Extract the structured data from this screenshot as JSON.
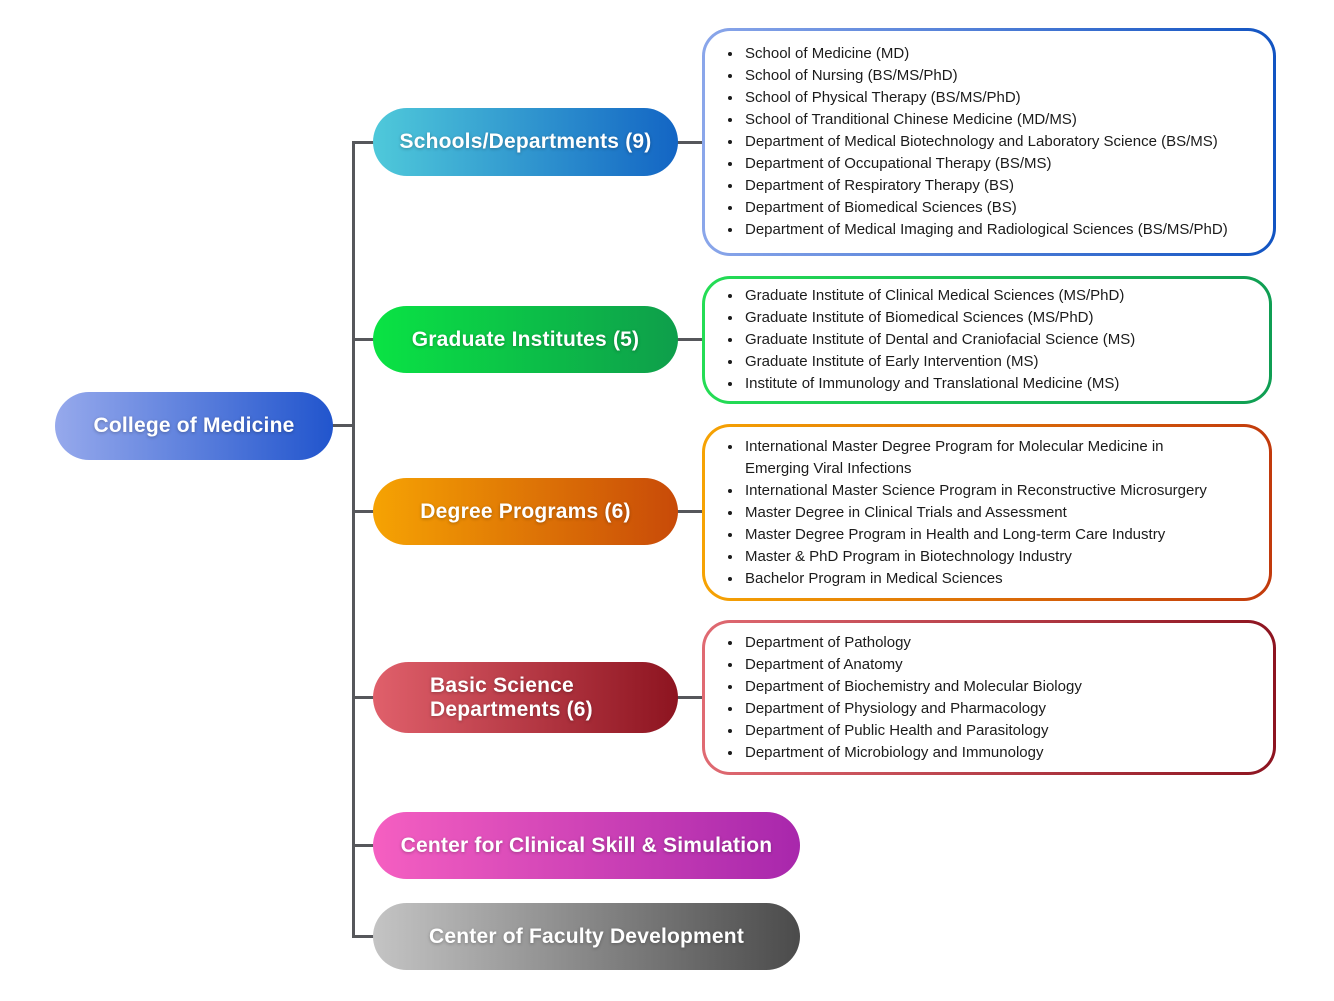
{
  "root": {
    "label": "College of Medicine"
  },
  "branches": [
    {
      "label": "Schools/Departments (9)",
      "items": [
        "School of Medicine (MD)",
        "School of Nursing (BS/MS/PhD)",
        "School of Physical Therapy (BS/MS/PhD)",
        "School of Tranditional Chinese Medicine (MD/MS)",
        "Department of Medical Biotechnology and Laboratory Science (BS/MS)",
        "Department of Occupational Therapy (BS/MS)",
        "Department of Respiratory Therapy (BS)",
        "Department of Biomedical Sciences (BS)",
        "Department of Medical Imaging and Radiological Sciences (BS/MS/PhD)"
      ]
    },
    {
      "label": "Graduate Institutes (5)",
      "items": [
        "Graduate Institute of Clinical Medical Sciences (MS/PhD)",
        "Graduate Institute of Biomedical Sciences (MS/PhD)",
        "Graduate Institute of Dental and Craniofacial Science (MS)",
        "Graduate Institute of Early Intervention (MS)",
        "Institute of Immunology and Translational Medicine (MS)"
      ]
    },
    {
      "label": "Degree Programs (6)",
      "items": [
        "International Master Degree Program for Molecular Medicine in Emerging Viral Infections",
        "International Master Science Program in Reconstructive Microsurgery",
        "Master Degree in Clinical Trials and Assessment",
        "Master Degree Program in Health and Long-term Care Industry",
        "Master & PhD Program in Biotechnology Industry",
        "Bachelor Program in Medical Sciences"
      ]
    },
    {
      "label": "Basic Science\nDepartments (6)",
      "items": [
        "Department of Pathology",
        "Department of Anatomy",
        "Department of Biochemistry and Molecular Biology",
        "Department of Physiology and Pharmacology",
        "Department of Public Health and Parasitology",
        "Department of Microbiology and Immunology"
      ]
    },
    {
      "label": "Center for Clinical Skill & Simulation",
      "items": []
    },
    {
      "label": "Center of Faculty Development",
      "items": []
    }
  ],
  "colors": {
    "connector": "#56575b",
    "list_text": "#1b1b1b",
    "root": [
      "#96a9ec",
      "#2155cd"
    ],
    "schools": [
      "#4fc9da",
      "#1365c4"
    ],
    "graduate": [
      "#0ae344",
      "#0e9e4b"
    ],
    "degree": [
      "#f6a303",
      "#c84a08"
    ],
    "basic": [
      "#e0606b",
      "#8d1420"
    ],
    "clinical_skill": [
      "#f55fc1",
      "#a827ac"
    ],
    "faculty_dev": [
      "#c4c4c4",
      "#4b4b4b"
    ],
    "schools_box": [
      "#8aa6ea",
      "#1254c2"
    ],
    "graduate_box": [
      "#24dd55",
      "#0f9e53"
    ],
    "degree_box": [
      "#f6a303",
      "#c23a0c"
    ],
    "basic_box": [
      "#e06a72",
      "#8d1420"
    ]
  }
}
